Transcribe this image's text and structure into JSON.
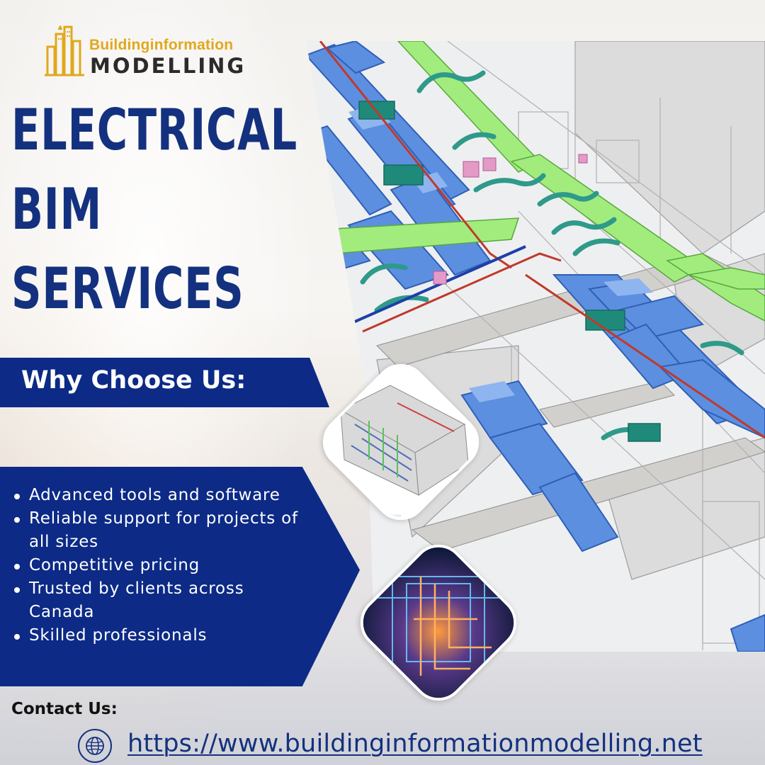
{
  "logo": {
    "line1": "Buildinginformation",
    "line2": "MODELLING",
    "icon": "building-logo-icon"
  },
  "headline": [
    "ELECTRICAL",
    "BIM",
    "SERVICES"
  ],
  "why": {
    "title": "Why Choose Us:"
  },
  "features": [
    "Advanced tools and software",
    "Reliable support for projects of all sizes",
    "Competitive pricing",
    "Trusted by clients across Canada",
    "Skilled professionals"
  ],
  "contact": {
    "label": "Contact Us:",
    "url": "https://www.buildinginformationmodelling.net",
    "icon": "globe-icon"
  },
  "thumb1_caption": "Self Storage",
  "colors": {
    "brand_blue": "#0c2a86",
    "headline_blue": "#13317e",
    "logo_gold": "#e0a81c",
    "duct_blue": "#4f86de",
    "pipe_green": "#8ee06a",
    "flex_teal": "#2e9a8a"
  }
}
